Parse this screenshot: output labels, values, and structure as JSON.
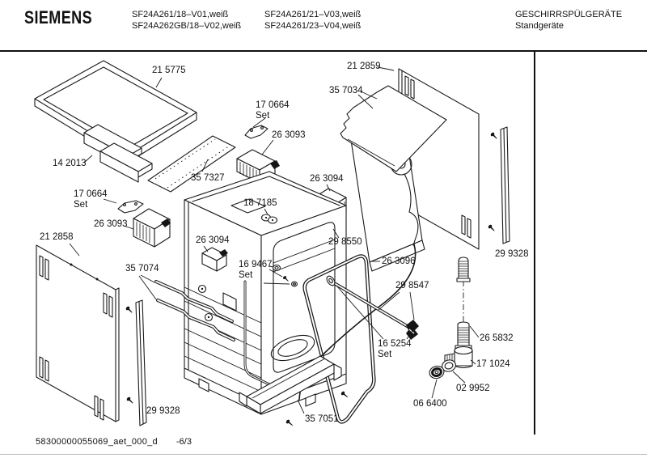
{
  "header": {
    "brand": "SIEMENS",
    "models_col1": [
      "SF24A261/18–V01,weiß",
      "SF24A262GB/18–V02,weiß"
    ],
    "models_col2": [
      "SF24A261/21–V03,weiß",
      "SF24A261/23–V04,weiß"
    ],
    "category": "GESCHIRRSPÜLGERÄTE",
    "subcategory": "Standgeräte"
  },
  "footer": {
    "document_id": "58300000055069_aet_000_d",
    "page": "-6/3"
  },
  "colors": {
    "line": "#1a1a1a",
    "background": "#ffffff"
  },
  "diagram": {
    "labels": [
      {
        "text": "21 5775"
      },
      {
        "text": "14 2013"
      },
      {
        "text": "17 0664",
        "set": "Set"
      },
      {
        "text": "26 3093"
      },
      {
        "text": "35 7327"
      },
      {
        "text": "26 3094"
      },
      {
        "text": "18 7185"
      },
      {
        "text": "17 0664",
        "set": "Set"
      },
      {
        "text": "26 3093"
      },
      {
        "text": "21 2858"
      },
      {
        "text": "26 3094"
      },
      {
        "text": "35 7074"
      },
      {
        "text": "16 9467",
        "set": "Set"
      },
      {
        "text": "29 8550"
      },
      {
        "text": "26 3096"
      },
      {
        "text": "29 8547"
      },
      {
        "text": "21 2859"
      },
      {
        "text": "35 7034"
      },
      {
        "text": "29 9328"
      },
      {
        "text": "26 5832"
      },
      {
        "text": "17 1024"
      },
      {
        "text": "02 9952"
      },
      {
        "text": "06 6400"
      },
      {
        "text": "16 5254",
        "set": "Set"
      },
      {
        "text": "29 9328"
      },
      {
        "text": "35 7051"
      }
    ]
  }
}
